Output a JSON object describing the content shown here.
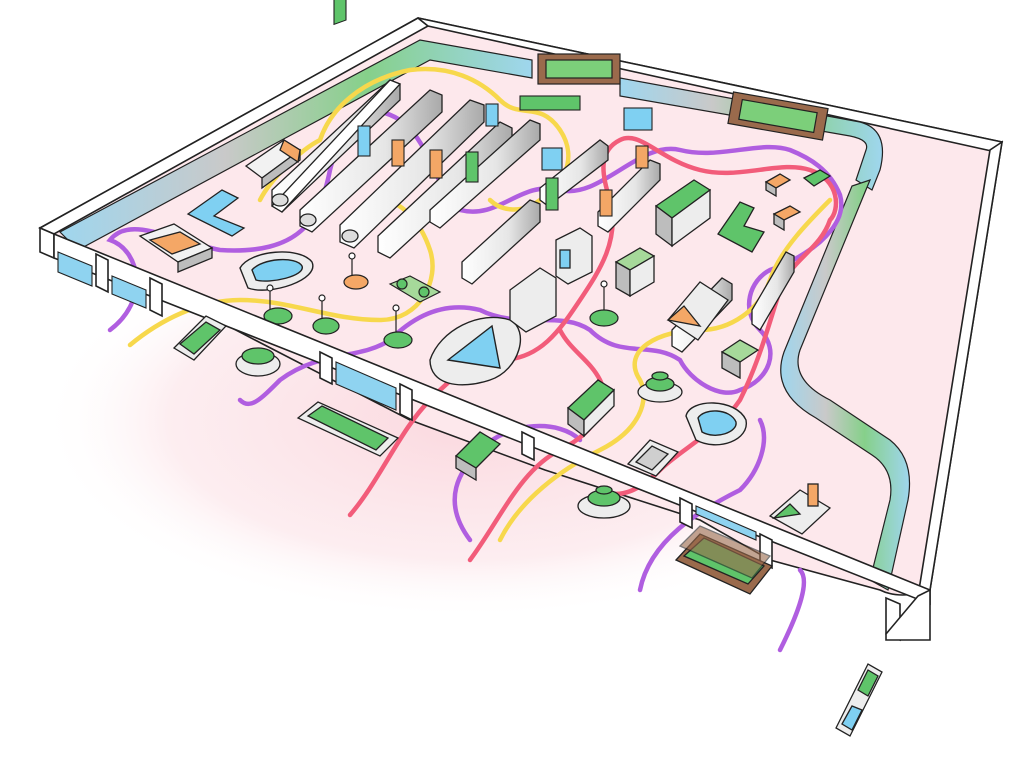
{
  "scene": {
    "kind": "store-floor-plan-sketch",
    "has_text": false,
    "colors": {
      "floor": "#fbe3e7",
      "floor_glow": "#f7b8c4",
      "wall_top": "#ffffff",
      "wall_band_water": "#a8d8ef",
      "wall_band_green": "#7ccf7a",
      "shelf_body": "#eeeeee",
      "shelf_shade": "#bdbdbd",
      "accent_blue": "#7fd0f2",
      "accent_green": "#5fc46a",
      "accent_orange": "#f4a766",
      "accent_brown": "#9a6a4c",
      "path_purple": "#b05ee0",
      "path_red": "#f25c7a",
      "path_yellow": "#f7d84c",
      "ink": "#222222"
    },
    "paths": [
      {
        "name": "shopper-path-purple",
        "color": "path_purple"
      },
      {
        "name": "shopper-path-red",
        "color": "path_red"
      },
      {
        "name": "shopper-path-yellow",
        "color": "path_yellow"
      }
    ]
  }
}
